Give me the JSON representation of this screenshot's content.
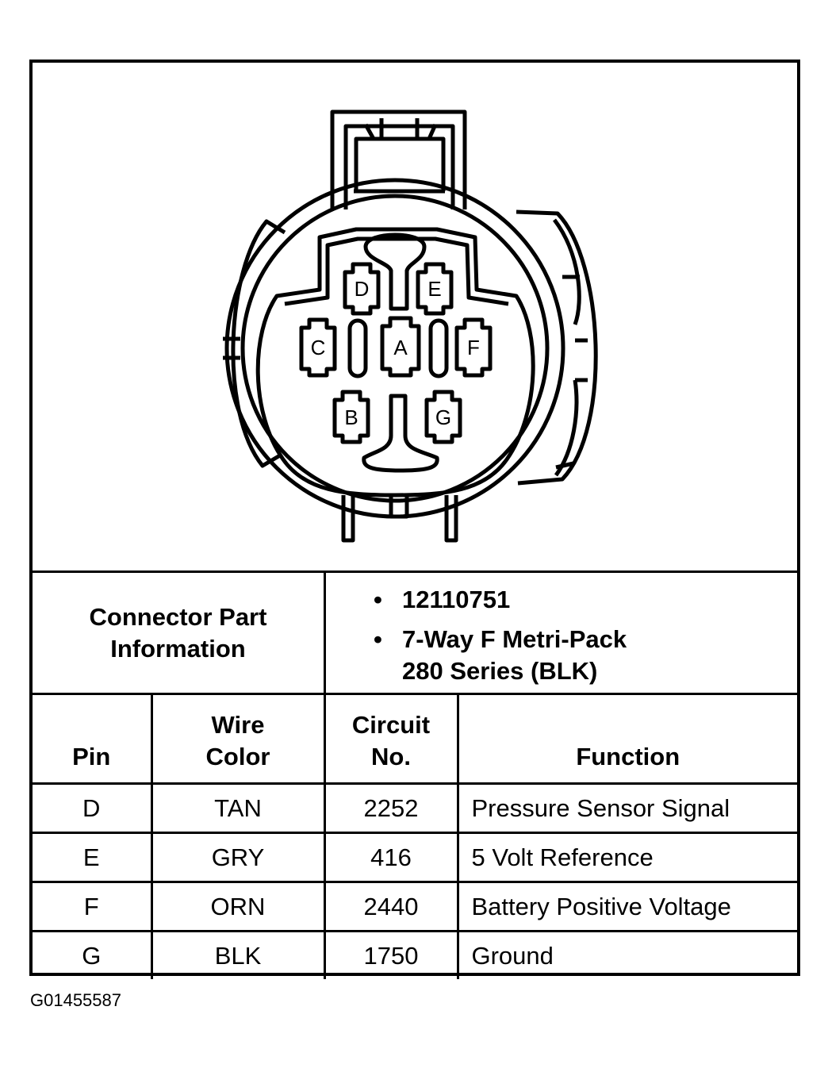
{
  "connector": {
    "pins": [
      {
        "id": "A",
        "label": "A"
      },
      {
        "id": "B",
        "label": "B"
      },
      {
        "id": "C",
        "label": "C"
      },
      {
        "id": "D",
        "label": "D"
      },
      {
        "id": "E",
        "label": "E"
      },
      {
        "id": "F",
        "label": "F"
      },
      {
        "id": "G",
        "label": "G"
      }
    ]
  },
  "info": {
    "label": "Connector Part\nInformation",
    "items": [
      "12110751",
      "7-Way F Metri-Pack\n280 Series (BLK)"
    ]
  },
  "table": {
    "headers": [
      "Pin",
      "Wire\nColor",
      "Circuit\nNo.",
      "Function"
    ],
    "rows": [
      [
        "D",
        "TAN",
        "2252",
        "Pressure Sensor Signal"
      ],
      [
        "E",
        "GRY",
        "416",
        "5 Volt Reference"
      ],
      [
        "F",
        "ORN",
        "2440",
        "Battery Positive Voltage"
      ],
      [
        "G",
        "BLK",
        "1750",
        "Ground"
      ]
    ]
  },
  "figure_id": "G01455587"
}
